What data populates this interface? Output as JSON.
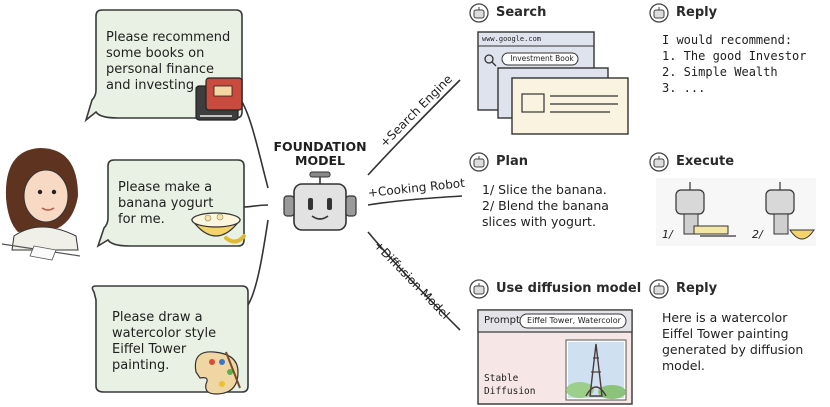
{
  "user": {
    "requests": [
      "Please recommend some books on personal finance and investing.",
      "Please make a banana yogurt for me.",
      "Please draw a watercolor style Eiffel Tower painting."
    ],
    "request_lines": [
      [
        "Please recommend",
        "some books on",
        "personal finance",
        "and investing."
      ],
      [
        "Please make a",
        "banana yogurt",
        "for me."
      ],
      [
        "Please draw a",
        "watercolor style",
        "Eiffel Tower",
        "painting."
      ]
    ]
  },
  "model": {
    "title_line1": "FOUNDATION",
    "title_line2": "MODEL"
  },
  "edges": {
    "search": "Search Engine",
    "robot": "Cooking Robot",
    "diffusion": "Diffusion Model"
  },
  "search_row": {
    "title": "Search",
    "url": "www.google.com",
    "query": "Investment Book",
    "reply_title": "Reply",
    "reply_lines": [
      "I would recommend:",
      "1. The good Investor",
      "2. Simple Wealth",
      "3. ..."
    ]
  },
  "robot_row": {
    "plan_title": "Plan",
    "plan_lines": [
      "1/  Slice the banana.",
      "2/  Blend the banana",
      "slices with yogurt."
    ],
    "execute_title": "Execute",
    "step_labels": [
      "1/",
      "2/"
    ]
  },
  "diffusion_row": {
    "title": "Use diffusion model",
    "prompt_label": "Prompt",
    "prompt_value": "Eiffel Tower, Watercolor",
    "engine_label_line1": "Stable",
    "engine_label_line2": "Diffusion",
    "reply_title": "Reply",
    "reply_lines": [
      "Here is a watercolor",
      "Eiffel Tower painting",
      "generated by diffusion",
      "model."
    ]
  },
  "colors": {
    "bubble_fill": "#e9f1e4",
    "bubble_stroke": "#3a3a3a",
    "browser_fill": "#dfe3ee",
    "card_fill": "#faf3df",
    "diffusion_fill": "#f6e7e6",
    "robot_fill": "#e2e2e2"
  }
}
